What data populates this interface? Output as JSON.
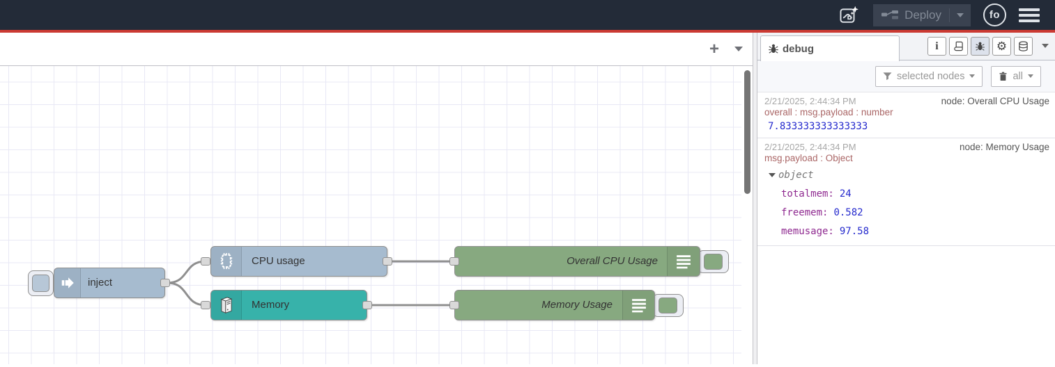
{
  "header": {
    "deploy_label": "Deploy",
    "avatar_label": "fo",
    "colors": {
      "background": "#232b38",
      "accent_line": "#cb3a33",
      "deploy_button": "#3a4250"
    }
  },
  "canvas": {
    "add_flow_label": "+",
    "flow": {
      "nodes": [
        {
          "id": "inject",
          "label": "inject",
          "type": "inject",
          "color": "#a6bbcf"
        },
        {
          "id": "cpu-usage",
          "label": "CPU usage",
          "type": "cpu",
          "color": "#a6bbcf"
        },
        {
          "id": "memory",
          "label": "Memory",
          "type": "memory",
          "color": "#37b2aa"
        },
        {
          "id": "overall-cpu-usage",
          "label": "Overall CPU Usage",
          "type": "debug",
          "color": "#87a980"
        },
        {
          "id": "memory-usage",
          "label": "Memory Usage",
          "type": "debug",
          "color": "#87a980"
        }
      ],
      "wires": [
        {
          "from": "inject",
          "to": "cpu-usage"
        },
        {
          "from": "inject",
          "to": "memory"
        },
        {
          "from": "cpu-usage",
          "to": "overall-cpu-usage"
        },
        {
          "from": "memory",
          "to": "memory-usage"
        }
      ]
    }
  },
  "sidebar": {
    "tab_label": "debug",
    "filter_label": "selected nodes",
    "clear_label": "all",
    "messages": [
      {
        "timestamp": "2/21/2025, 2:44:34 PM",
        "source": "node: Overall CPU Usage",
        "topic": "overall : msg.payload : number",
        "value": "7.833333333333333"
      },
      {
        "timestamp": "2/21/2025, 2:44:34 PM",
        "source": "node: Memory Usage",
        "topic": "msg.payload : Object",
        "object_label": "object",
        "entries": [
          {
            "key": "totalmem:",
            "value": "24"
          },
          {
            "key": "freemem:",
            "value": "0.582"
          },
          {
            "key": "memusage:",
            "value": "97.58"
          }
        ]
      }
    ]
  },
  "icons": {
    "gear": "⚙",
    "info": "i",
    "plus": "+"
  }
}
